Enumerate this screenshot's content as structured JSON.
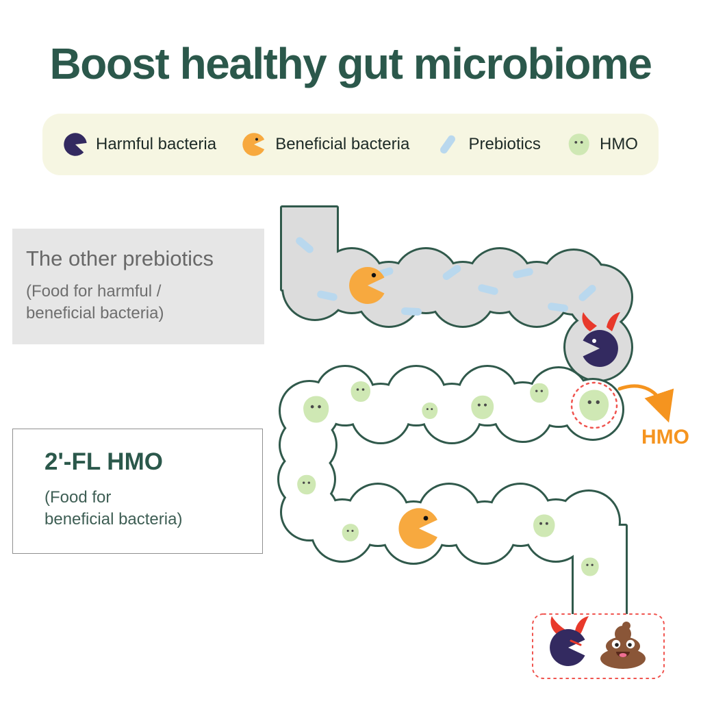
{
  "title": "Boost healthy gut microbiome",
  "legend": {
    "items": [
      {
        "label": "Harmful bacteria",
        "icon": "harmful-bacteria-icon",
        "color": "#332a60"
      },
      {
        "label": "Beneficial bacteria",
        "icon": "beneficial-bacteria-icon",
        "color": "#f7a93f"
      },
      {
        "label": "Prebiotics",
        "icon": "prebiotic-pill-icon",
        "color": "#b9d8ee"
      },
      {
        "label": "HMO",
        "icon": "hmo-blob-icon",
        "color": "#cfe8b4"
      }
    ]
  },
  "callouts": {
    "other_prebiotics": {
      "title": "The other prebiotics",
      "subtitle_line1": "(Food for harmful /",
      "subtitle_line2": "beneficial bacteria)"
    },
    "hmo": {
      "title": "2'-FL HMO",
      "subtitle_line1": "(Food for",
      "subtitle_line2": "beneficial bacteria)"
    }
  },
  "annotations": {
    "hmo_label": "HMO"
  },
  "colors": {
    "title_green": "#2b584b",
    "outline_green": "#30594b",
    "intestine_gray": "#dcdcdc",
    "legend_bg": "#f6f6e2",
    "gray_box_bg": "#e6e6e6",
    "harmful_navy": "#332a60",
    "beneficial_orange": "#f7a93f",
    "prebiotic_blue": "#b9d8ee",
    "hmo_green": "#cfe8b4",
    "arrow_orange": "#f5941f",
    "danger_red": "#f0544f",
    "poop_brown": "#8a5638"
  }
}
